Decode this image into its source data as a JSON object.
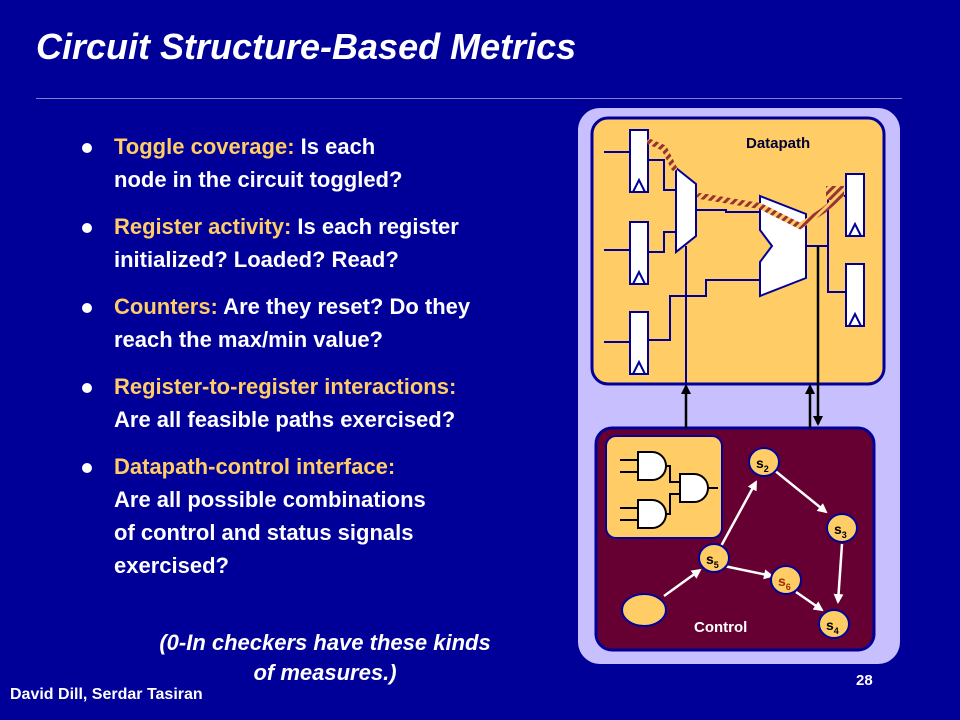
{
  "title": "Circuit Structure-Based Metrics",
  "bullets": [
    {
      "keyword": "Toggle coverage:",
      "line1_rest": " Is each",
      "line2": "node in the circuit toggled?"
    },
    {
      "keyword": "Register activity:",
      "line1_rest": " Is each register",
      "line2": "initialized? Loaded? Read?"
    },
    {
      "keyword": "Counters:",
      "line1_rest": " Are they reset? Do they",
      "line2": "reach the max/min value?"
    },
    {
      "keyword": "Register-to-register interactions:",
      "line1_rest": "",
      "line2": "Are all feasible paths exercised?"
    },
    {
      "keyword": "Datapath-control interface:",
      "line1_rest": "",
      "line2": "Are all possible combinations",
      "line3": "of control and status signals",
      "line4": "exercised?"
    }
  ],
  "note_line1": "(0-In checkers have these kinds",
  "note_line2": "of measures.)",
  "authors": "David Dill,  Serdar Tasiran",
  "page_number": "28",
  "diagram": {
    "datapath_label": "Datapath",
    "control_label": "Control",
    "states": [
      {
        "id": "s2",
        "letter": "s",
        "sub": "2"
      },
      {
        "id": "s3",
        "letter": "s",
        "sub": "3"
      },
      {
        "id": "s4",
        "letter": "s",
        "sub": "4"
      },
      {
        "id": "s5",
        "letter": "s",
        "sub": "5"
      },
      {
        "id": "s6",
        "letter": "s",
        "sub": "6"
      }
    ]
  },
  "colors": {
    "background": "#000099",
    "keyword": "#ffcc66",
    "panel_outer": "#c8bfff",
    "datapath_fill": "#ffcc66",
    "control_fill": "#660033",
    "state_fill": "#ffcc66"
  }
}
